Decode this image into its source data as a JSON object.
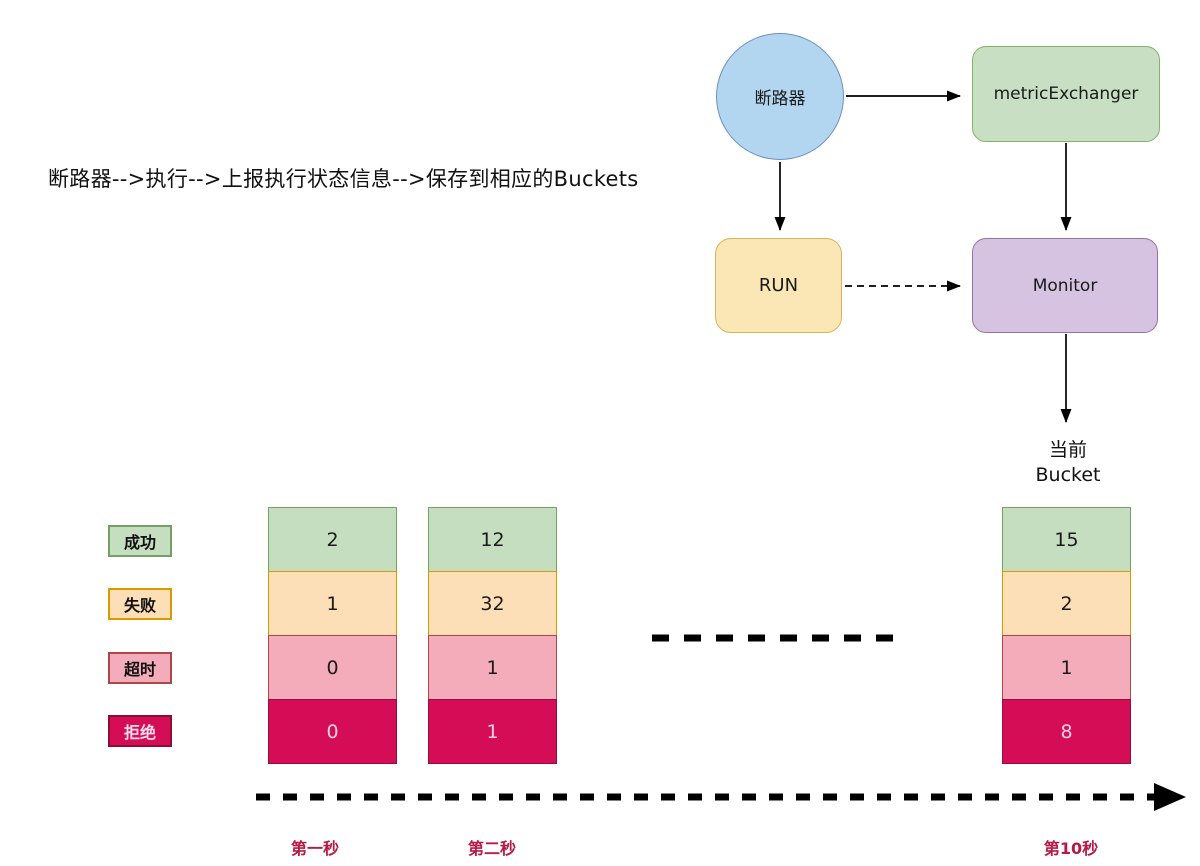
{
  "note": "断路器-->执行-->上报执行状态信息-->保存到相应的Buckets",
  "flowchart": {
    "circuit_breaker": {
      "label": "断路器"
    },
    "metric_exchanger": {
      "label": "metricExchanger"
    },
    "run": {
      "label": "RUN"
    },
    "monitor": {
      "label": "Monitor"
    },
    "current_bucket": {
      "line1": "当前",
      "line2": "Bucket"
    }
  },
  "legend": {
    "items": [
      {
        "id": "success",
        "label": "成功",
        "fill": "#C5DEC0",
        "border": "#74A065"
      },
      {
        "id": "fail",
        "label": "失败",
        "fill": "#FCDEB7",
        "border": "#D79B00"
      },
      {
        "id": "timeout",
        "label": "超时",
        "fill": "#F5ACBA",
        "border": "#AD4747"
      },
      {
        "id": "reject",
        "label": "拒绝",
        "fill": "#D40D56",
        "border": "#8E0E33"
      }
    ]
  },
  "chart_data": {
    "type": "table",
    "row_categories": [
      "成功",
      "失败",
      "超时",
      "拒绝"
    ],
    "buckets": [
      {
        "label": "第一秒",
        "values": [
          2,
          1,
          0,
          0
        ]
      },
      {
        "label": "第二秒",
        "values": [
          12,
          32,
          1,
          1
        ]
      },
      {
        "label": "第10秒",
        "values": [
          15,
          2,
          1,
          8
        ]
      }
    ]
  },
  "colors": {
    "node_circle_fill": "#B3D6F0",
    "node_circle_border": "#6C8EBF",
    "node_exchanger_fill": "#C8DFC3",
    "node_exchanger_border": "#82B366",
    "node_run_fill": "#FAE7B5",
    "node_run_border": "#D6B656",
    "node_monitor_fill": "#D5C3E1",
    "node_monitor_border": "#9673A6",
    "timeline_label_color": "#B51B45",
    "arrow_color": "#000000",
    "background": "#FFFFFF"
  }
}
